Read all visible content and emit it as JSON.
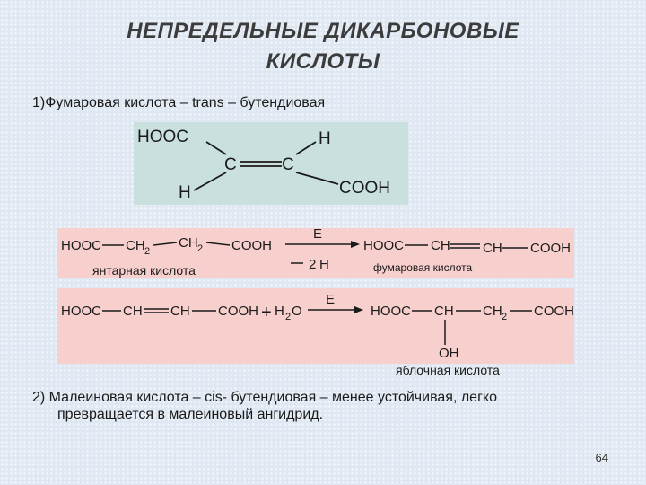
{
  "title": {
    "line1": "НЕПРЕДЕЛЬНЫЕ ДИКАРБОНОВЫЕ",
    "line2": "КИСЛОТЫ"
  },
  "section1": {
    "heading": "1)Фумаровая кислота  – trans – бутендиовая"
  },
  "fumaric_structure": {
    "hooc_left": "HOOC",
    "h_top_right": "H",
    "c_left": "C",
    "c_right": "C",
    "h_bottom_left": "H",
    "cooh_bottom_right": "COOH"
  },
  "reaction1": {
    "hooc": "HOOC",
    "ch": "CH",
    "sub2": "2",
    "cooh": "COOH",
    "catalyst": "E",
    "minus_coef": "2",
    "minus_h": "H",
    "reactant_label": "янтарная кислота",
    "product_label": "фумаровая кислота"
  },
  "reaction2": {
    "hooc": "HOOC",
    "ch": "CH",
    "cooh": "COOH",
    "plus": "+",
    "h": "H",
    "sub2": "2",
    "o": "O",
    "catalyst": "E",
    "oh": "OH",
    "product_label": "яблочная кислота"
  },
  "section2": {
    "line1": "2) Малеиновая кислота  – cis- бутендиовая – менее устойчивая, легко",
    "line2": "превращается в малеиновый ангидрид."
  },
  "page_number": "64",
  "colors": {
    "structure_bg": "#c9e0de",
    "reaction_bg": "#f7cfcc",
    "bond": "#1a1a1a"
  }
}
